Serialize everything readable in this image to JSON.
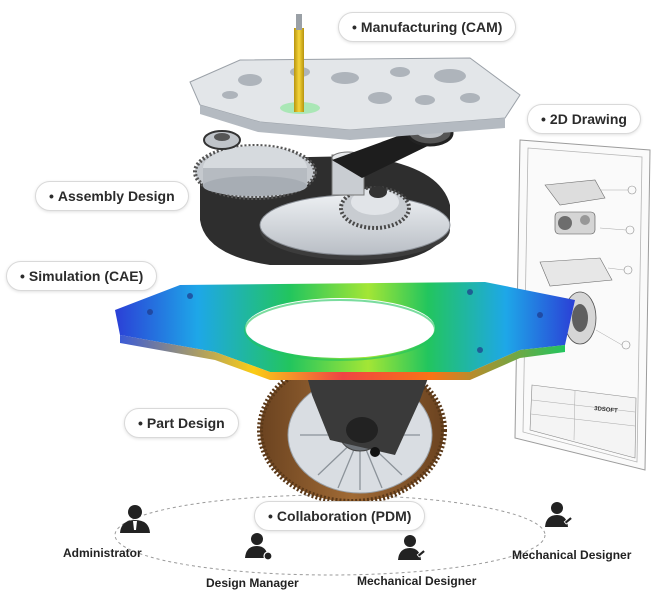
{
  "labels": {
    "manufacturing": "Manufacturing (CAM)",
    "drawing": "2D Drawing",
    "assembly": "Assembly Design",
    "simulation": "Simulation (CAE)",
    "part": "Part Design",
    "collaboration": "Collaboration (PDM)"
  },
  "bullet": "•",
  "roles": [
    {
      "label": "Administrator",
      "icon": "user-tie-icon"
    },
    {
      "label": "Design Manager",
      "icon": "user-gear-icon"
    },
    {
      "label": "Mechanical Designer",
      "icon": "user-wrench-icon"
    },
    {
      "label": "Mechanical Designer",
      "icon": "user-wrench-icon"
    }
  ],
  "drawing_sheet": {
    "title_block_brand": "3DSOFT"
  },
  "colors": {
    "tool": "#e8c21a",
    "metal": "#cfd3d8",
    "dark_metal": "#3a3a3a",
    "gear_brown": "#8a5a2b",
    "fea_low": "#2b3fd6",
    "fea_mid": "#22c55e",
    "fea_high": "#ef4444"
  }
}
